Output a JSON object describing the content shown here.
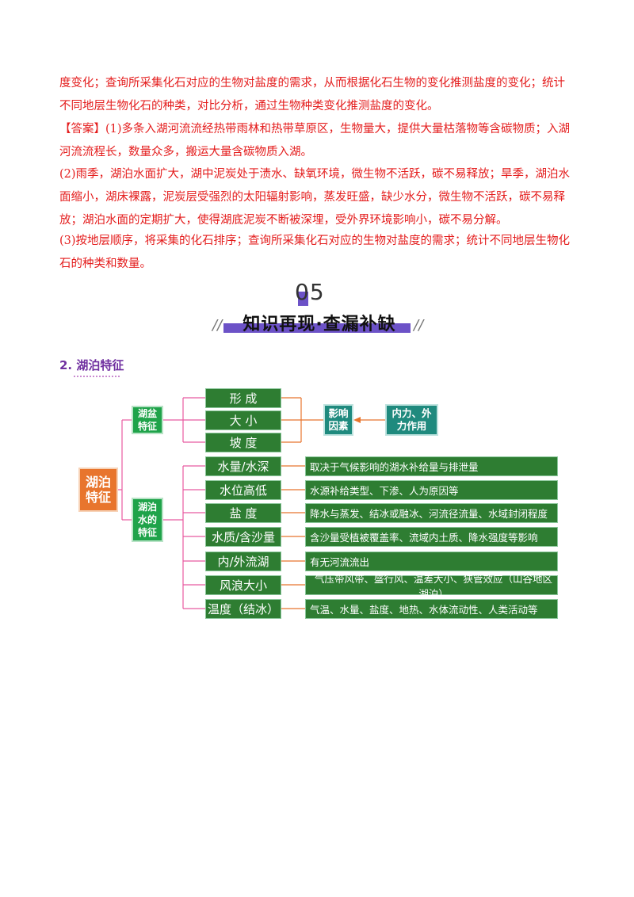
{
  "paragraphs": {
    "p1": "度变化；查询所采集化石对应的生物对盐度的需求，从而根据化石生物的变化推测盐度的变化；统计不同地层生物化石的种类，对比分析，通过生物种类变化推测盐度的变化。",
    "answer_label": "【答案】",
    "p2_rest": "(1)多条入湖河流流经热带雨林和热带草原区，生物量大，提供大量枯落物等含碳物质；入湖河流流程长，数量众多，搬运大量含碳物质入湖。",
    "p3": "(2)雨季，湖泊水面扩大，湖中泥炭处于渍水、缺氧环境，微生物不活跃，碳不易释放；旱季，湖泊水面缩小，湖床裸露，泥炭层受强烈的太阳辐射影响，蒸发旺盛，缺少水分，微生物不活跃，碳不易释放；湖泊水面的定期扩大，使得湖底泥炭不断被深埋，受外界环境影响小，碳不易分解。",
    "p4": "(3)按地层顺序，将采集的化石排序；查询所采集化石对应的生物对盐度的需求；统计不同地层生物化石的种类和数量。"
  },
  "section": {
    "number": "05",
    "title": "知识再现·查漏补缺"
  },
  "heading": "2. 湖泊特征",
  "diagram": {
    "root": "湖泊特征",
    "basin_label": "湖盆特征",
    "water_label": "湖泊水的特征",
    "basin_items": [
      "形  成",
      "大  小",
      "坡  度"
    ],
    "influence": "影响因素",
    "forces": "内力、外力作用",
    "water_items": [
      {
        "name": "水量/水深",
        "desc": "取决于气候影响的湖水补给量与排泄量"
      },
      {
        "name": "水位高低",
        "desc": "水源补给类型、下渗、人为原因等"
      },
      {
        "name": "盐  度",
        "desc": "降水与蒸发、结冰或融冰、河流径流量、水域封闭程度"
      },
      {
        "name": "水质/含沙量",
        "desc": "含沙量受植被覆盖率、流域内土质、降水强度等影响"
      },
      {
        "name": "内/外流湖",
        "desc": "有无河流流出"
      },
      {
        "name": "风浪大小",
        "desc": "气压带风带、盛行风、温差大小、狭管效应（山谷地区湖泊）"
      },
      {
        "name": "温度（结冰）",
        "desc": "气温、水量、盐度、地热、水体流动性、人类活动等"
      }
    ]
  }
}
